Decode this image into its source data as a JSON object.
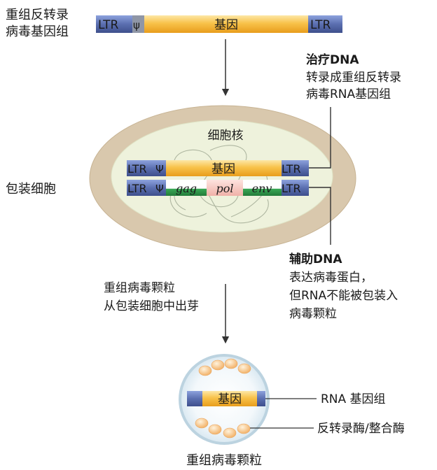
{
  "top": {
    "label_lines": [
      "重组反转录",
      "病毒基因组"
    ],
    "ltr": "LTR",
    "psi": "ψ",
    "gene": "基因"
  },
  "therapy": {
    "title": "治疗DNA",
    "lines": [
      "转录成重组反转录",
      "病毒RNA基因组"
    ]
  },
  "cell": {
    "nucleus_label": "细胞核",
    "cell_label": "包装细胞",
    "therapy_construct": {
      "ltr": "LTR",
      "psi": "Ψ",
      "gene": "基因"
    },
    "helper_construct": {
      "ltr": "LTR",
      "psi": "Ψ",
      "gag": "gag",
      "pol": "pol",
      "env": "env"
    }
  },
  "helper": {
    "title": "辅助DNA",
    "lines": [
      "表达病毒蛋白，",
      "但RNA不能被包装入",
      "病毒颗粒"
    ]
  },
  "budding": {
    "lines": [
      "重组病毒颗粒",
      "从包装细胞中出芽"
    ]
  },
  "particle": {
    "gene": "基因",
    "rna_label": "RNA 基因组",
    "enzyme_label": "反转录酶/整合酶",
    "caption": "重组病毒颗粒"
  },
  "colors": {
    "ltr_blue": "#5b6fb0",
    "gene_orange": "#f6b733",
    "gag_env_green": "#2e9c4a",
    "pol_pink": "#f4c3bd",
    "cell_tan": "#d9c8ad",
    "nucleus_fill": "#eef2dc"
  }
}
